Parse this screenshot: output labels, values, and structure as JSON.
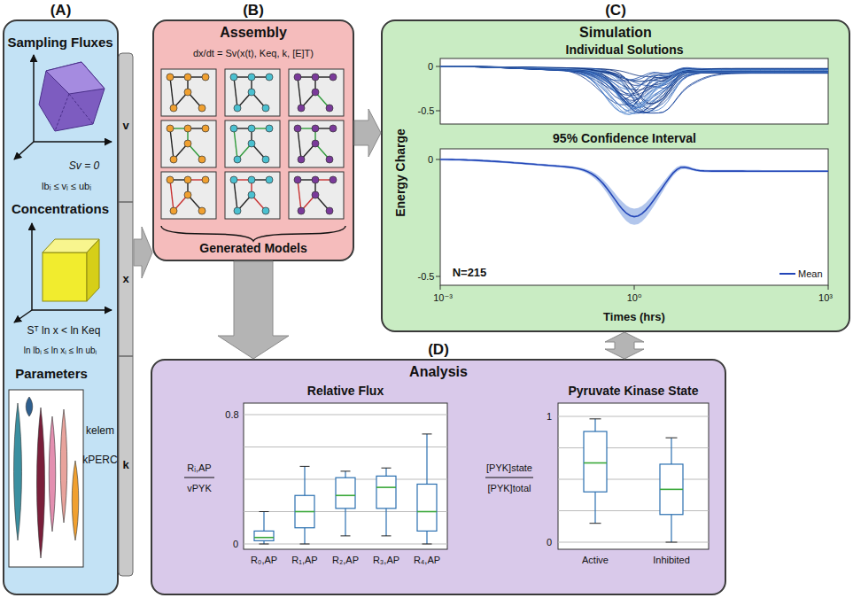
{
  "diagram": {
    "nodes": [
      {
        "text": [
          "(A)"
        ]
      },
      {
        "text": [
          "(B)",
          "Assembly"
        ]
      },
      {
        "text": [
          "(C)",
          "Simulation"
        ]
      },
      {
        "text": [
          "(D)",
          "Analysis"
        ]
      }
    ],
    "edges": [
      {
        "from": 0,
        "to": 1,
        "arrow": "to"
      },
      {
        "from": 1,
        "to": 2,
        "arrow": "to"
      },
      {
        "from": 1,
        "to": 3,
        "arrow": "to"
      },
      {
        "from": 2,
        "to": 3,
        "arrow": "both"
      }
    ],
    "labels": [
      "Sampling Fluxes",
      "Sv = 0",
      "lbᵢ ≤ vᵢ ≤ ubᵢ",
      "Concentrations",
      "Sᵀ ln x < ln Keq",
      "ln lbᵢ ≤ ln xᵢ ≤ ln ubᵢ",
      "Parameters",
      "kelem",
      "kPERC",
      "v",
      "x",
      "k",
      "dx/dt = Sv(x(t), Keq, k, [E]T)",
      "Generated Models",
      "Individual Solutions",
      "95%  Confidence Interval",
      "Energy Charge",
      "0",
      "-0.5",
      "0",
      "-0.5",
      "N=215",
      "10⁻³",
      "10⁰",
      "10³",
      "Times (hrs)",
      "Relative Flux",
      "Pyruvate Kinase State",
      "0.8",
      "0",
      "Rᵢ,AP",
      "vPYK",
      "R₀,AP",
      "R₁,AP",
      "R₂,AP",
      "R₃,AP",
      "R₄,AP",
      "1",
      "0",
      "[PYK]state",
      "[PYK]total",
      "Active",
      "Inhibited"
    ],
    "legend": [
      {
        "text": "Mean"
      }
    ]
  }
}
